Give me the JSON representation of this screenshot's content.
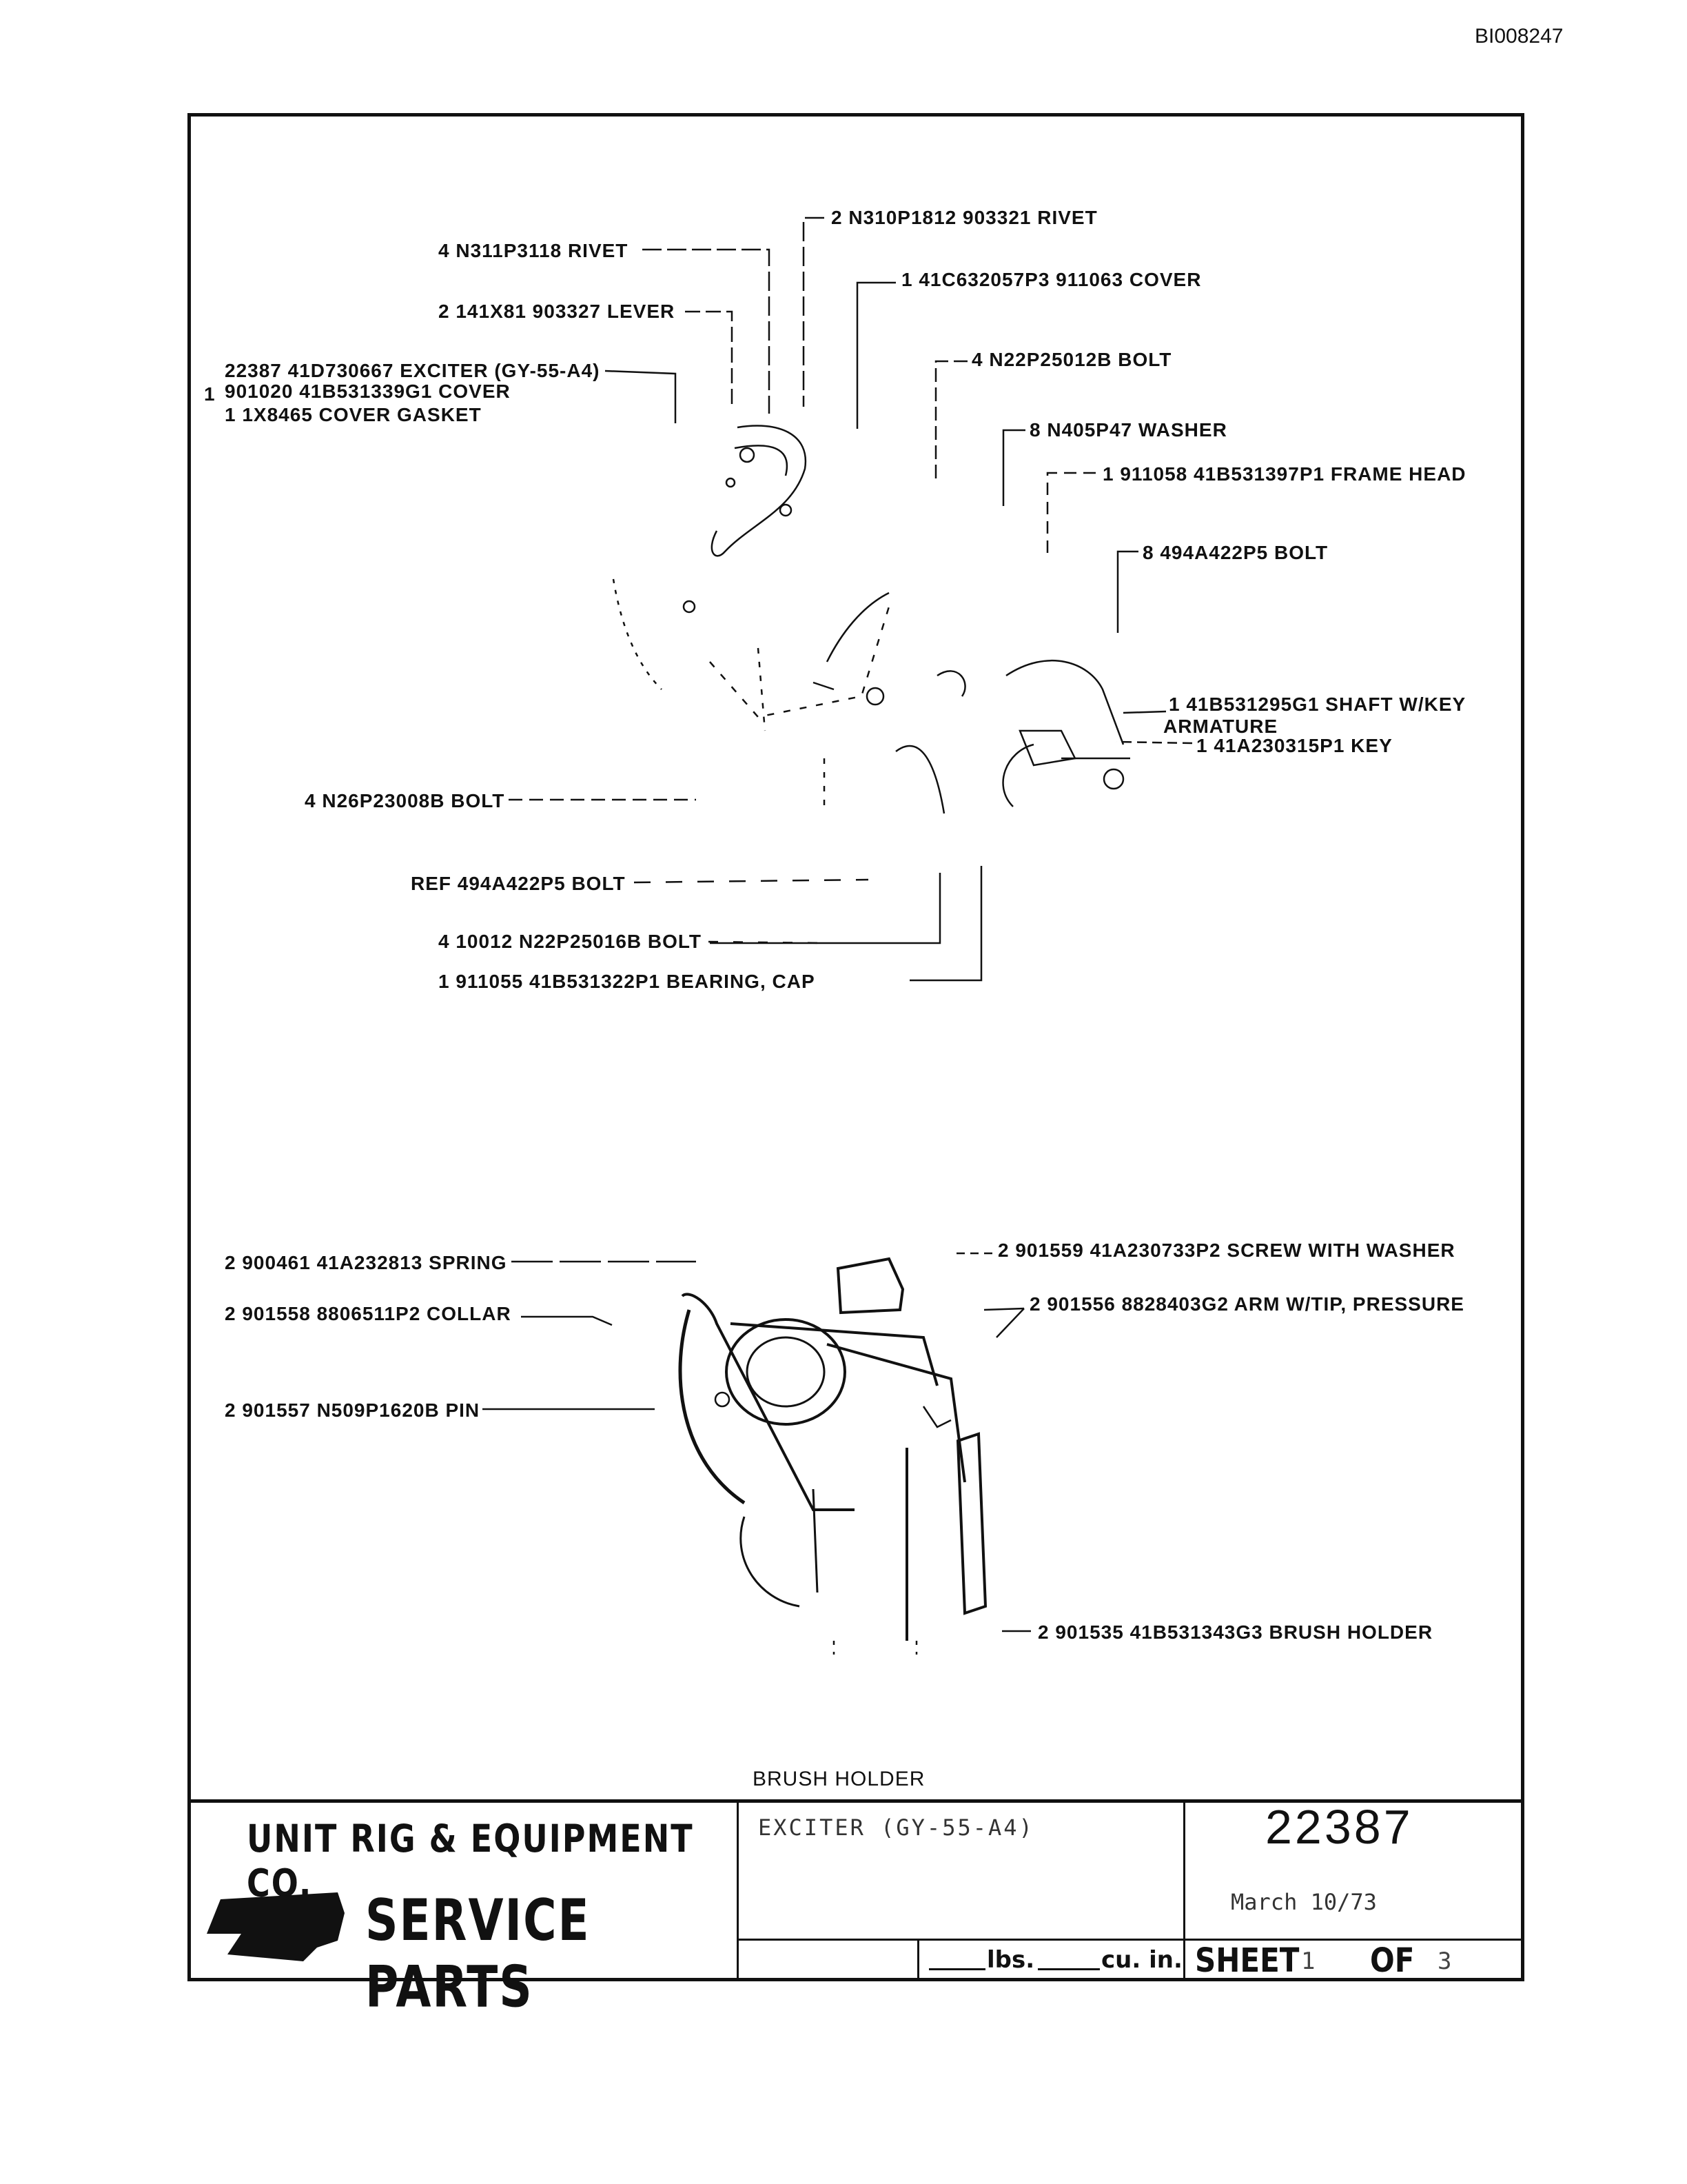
{
  "document_id": "BI008247",
  "callouts": {
    "rivet_top": "2 N310P1812  903321 RIVET",
    "rivet": "4  N311P3118 RIVET",
    "cover_top": "1  41C632057P3  911063 COVER",
    "lever": "2  141X81  903327 LEVER",
    "bolt_n22": "4  N22P25012B BOLT",
    "exciter": "22387  41D730667 EXCITER (GY-55-A4)",
    "cover": "901020  41B531339G1 COVER",
    "cover_qty": "1",
    "gasket": "1  1X8465 COVER GASKET",
    "washer": "8  N405P47 WASHER",
    "frame_head": "1  911058  41B531397P1 FRAME HEAD",
    "bolt_494": "8  494A422P5 BOLT",
    "shaft": "1  41B531295G1 SHAFT W/KEY",
    "armature": "ARMATURE",
    "key": "1 41A230315P1 KEY",
    "bolt_n26": "4  N26P23008B BOLT",
    "ref_bolt": "REF  494A422P5 BOLT",
    "bolt_10012": "4  10012  N22P25016B BOLT",
    "bearing": "1  911055  41B531322P1 BEARING, CAP",
    "spring": "2  900461  41A232813 SPRING",
    "screw": "2  901559  41A230733P2 SCREW WITH WASHER",
    "collar": "2  901558  8806511P2 COLLAR",
    "arm": "2  901556  8828403G2 ARM W/TIP, PRESSURE",
    "pin": "2  901557  N509P1620B PIN",
    "brush_holder": "2  901535  41B531343G3 BRUSH HOLDER"
  },
  "caption": "BRUSH HOLDER",
  "title_block": {
    "company": "UNIT RIG & EQUIPMENT CO.",
    "service": "SERVICE PARTS",
    "description": "EXCITER (GY-55-A4)",
    "part_number": "22387",
    "date": "March 10/73",
    "lbs_label": "lbs.",
    "cu_label": "cu. in.",
    "sheet_label": "SHEET",
    "sheet_no": "1",
    "of_label": "OF",
    "sheet_total": "3"
  }
}
